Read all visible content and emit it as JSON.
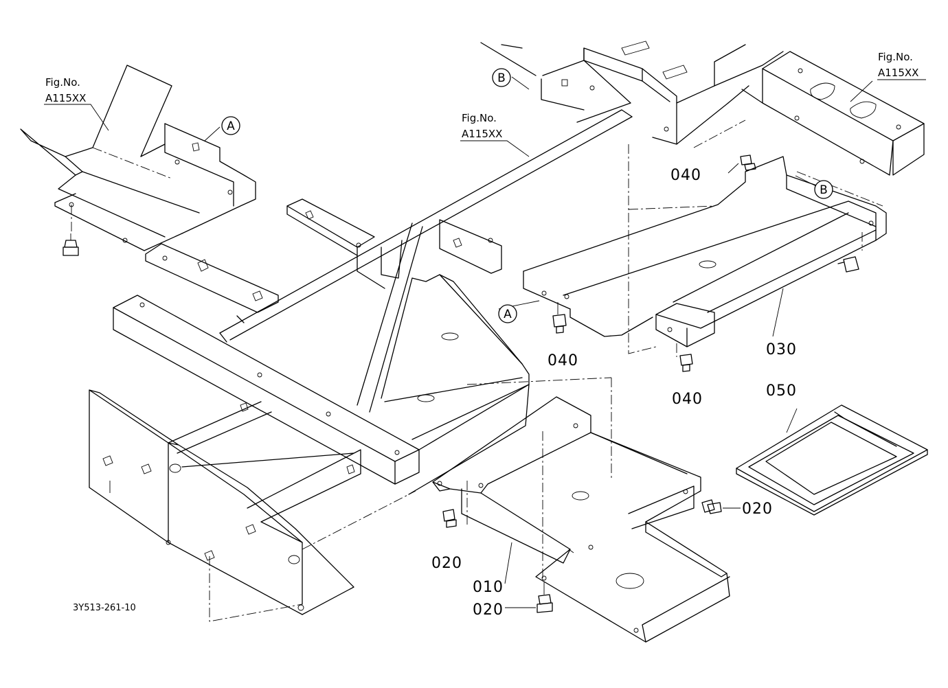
{
  "diagram": {
    "drawing_code": "3Y513-261-10",
    "fig_refs": [
      {
        "label": "Fig.No.",
        "value": "A115XX"
      },
      {
        "label": "Fig.No.",
        "value": "A115XX"
      },
      {
        "label": "Fig.No.",
        "value": "A115XX"
      }
    ],
    "parts": {
      "p010": "010",
      "p020a": "020",
      "p020b": "020",
      "p020c": "020",
      "p030": "030",
      "p040a": "040",
      "p040b": "040",
      "p040c": "040",
      "p050": "050"
    },
    "markers": {
      "a1": "A",
      "a2": "A",
      "b1": "B",
      "b2": "B"
    }
  }
}
